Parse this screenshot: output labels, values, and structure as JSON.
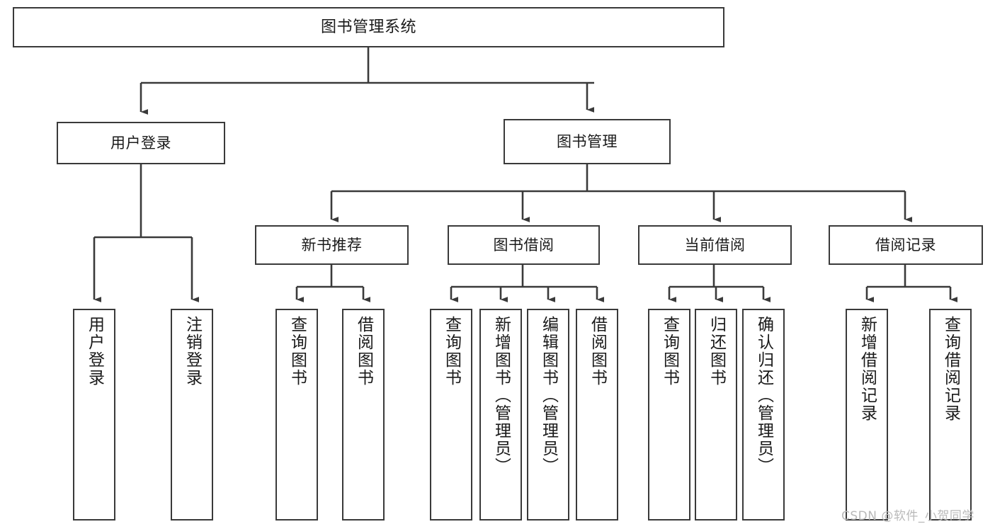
{
  "diagram": {
    "type": "tree-hierarchy-chart",
    "title": "图书管理系统",
    "watermark": "CSDN @软件_小贺同学",
    "colors": {
      "box_border": "#3a3a3a",
      "box_fill": "#ffffff",
      "connector": "#3a3a3a",
      "text": "#1a1a1a",
      "watermark": "#b9b9b9"
    },
    "root": {
      "label": "图书管理系统"
    },
    "level1": [
      {
        "label": "用户登录"
      },
      {
        "label": "图书管理"
      }
    ],
    "level2": [
      {
        "label": "新书推荐"
      },
      {
        "label": "图书借阅"
      },
      {
        "label": "当前借阅"
      },
      {
        "label": "借阅记录"
      }
    ],
    "leaves": {
      "user_login": [
        {
          "label": "用户登录"
        },
        {
          "label": "注销登录"
        }
      ],
      "new_book_recommend": [
        {
          "label": "查询图书"
        },
        {
          "label": "借阅图书"
        }
      ],
      "book_borrow": [
        {
          "label": "查询图书"
        },
        {
          "label": "新增图书（管理员）"
        },
        {
          "label": "编辑图书（管理员）"
        },
        {
          "label": "借阅图书"
        }
      ],
      "current_borrow": [
        {
          "label": "查询图书"
        },
        {
          "label": "归还图书"
        },
        {
          "label": "确认归还（管理员）"
        }
      ],
      "borrow_record": [
        {
          "label": "新增借阅记录"
        },
        {
          "label": "查询借阅记录"
        }
      ]
    }
  }
}
